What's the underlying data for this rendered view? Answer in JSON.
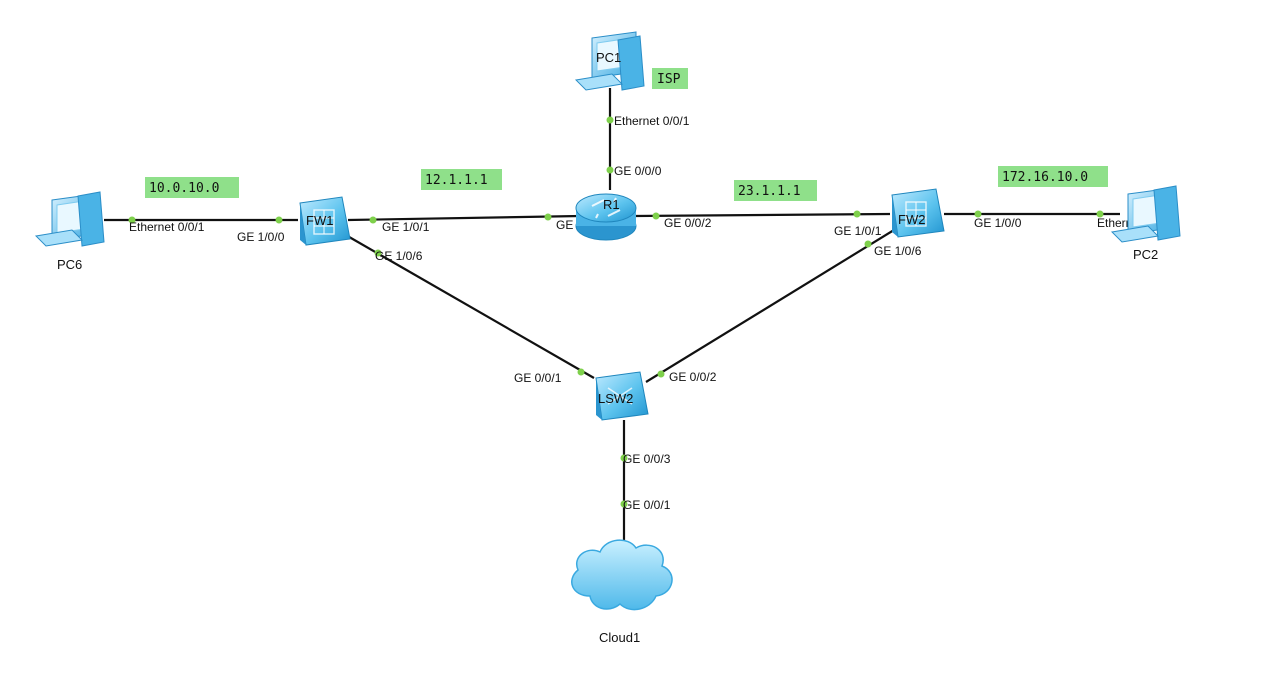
{
  "devices": {
    "pc1": {
      "label": "PC1",
      "icon": "pc-icon"
    },
    "pc6": {
      "label": "PC6",
      "icon": "pc-icon"
    },
    "pc2": {
      "label": "PC2",
      "icon": "pc-icon"
    },
    "fw1": {
      "label": "FW1",
      "icon": "firewall-icon"
    },
    "fw2": {
      "label": "FW2",
      "icon": "firewall-icon"
    },
    "r1": {
      "label": "R1",
      "icon": "router-icon"
    },
    "lsw2": {
      "label": "LSW2",
      "icon": "switch-icon"
    },
    "cloud1": {
      "label": "Cloud1",
      "icon": "cloud-icon"
    }
  },
  "ports": {
    "pc1_eth": "Ethernet 0/0/1",
    "r1_ge000": "GE 0/0/0",
    "r1_ge001": "GE 0/0/1",
    "r1_ge002": "GE 0/0/2",
    "pc6_eth": "Ethernet 0/0/1",
    "fw1_ge100": "GE 1/0/0",
    "fw1_ge101": "GE 1/0/1",
    "fw1_ge106": "GE 1/0/6",
    "fw2_ge101": "GE 1/0/1",
    "fw2_ge100": "GE 1/0/0",
    "fw2_ge106": "GE 1/0/6",
    "pc2_eth": "Ethernet 0/0/1",
    "lsw2_ge001": "GE 0/0/1",
    "lsw2_ge002": "GE 0/0/2",
    "lsw2_ge003": "GE 0/0/3",
    "cloud_ge001": "GE 0/0/1"
  },
  "notes": {
    "isp": "ISP",
    "net_left": "10.0.10.0",
    "net_fw1_r1": "12.1.1.1",
    "net_r1_fw2": "23.1.1.1",
    "net_right": "172.16.10.0"
  },
  "colors": {
    "device_blue": "#5cc3ee",
    "port_dot": "#7ed04b",
    "note_bg": "#8fe08a",
    "link": "#111111"
  }
}
